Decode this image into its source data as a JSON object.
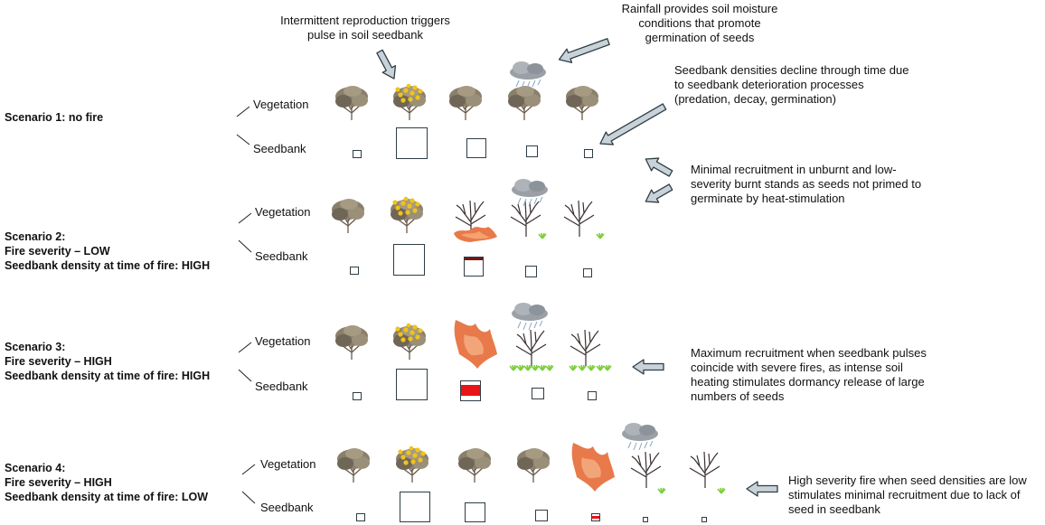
{
  "scenarios": [
    {
      "lines": [
        "Scenario 1: no fire"
      ]
    },
    {
      "lines": [
        "Scenario 2:",
        "Fire severity – LOW",
        "Seedbank density at time of fire: HIGH"
      ]
    },
    {
      "lines": [
        "Scenario 3:",
        "Fire severity – HIGH",
        "Seedbank density at time of fire: HIGH"
      ]
    },
    {
      "lines": [
        "Scenario 4:",
        "Fire severity – HIGH",
        "Seedbank density at time of fire: LOW"
      ]
    }
  ],
  "labels": {
    "vegetation": "Vegetation",
    "seedbank": "Seedbank"
  },
  "annotations": {
    "reproduction": [
      "Intermittent reproduction triggers",
      "pulse in soil seedbank"
    ],
    "rainfall": [
      "Rainfall provides soil moisture",
      "conditions that promote",
      "germination of seeds"
    ],
    "decline": [
      "Seedbank densities decline through time due",
      "to seedbank deterioration processes",
      "(predation, decay, germination)"
    ],
    "minimal": [
      "Minimal recruitment in unburnt and low-",
      "severity burnt stands as seeds not primed to",
      "germinate by heat-stimulation"
    ],
    "maximum": [
      "Maximum recruitment when seedbank pulses",
      "coincide with severe fires, as intense soil",
      "heating stimulates dormancy release of large",
      "numbers of seeds"
    ],
    "high_low": [
      "High severity fire when seed densities are low",
      "stimulates minimal recruitment due to lack of",
      "seed in seedbank"
    ]
  },
  "colors": {
    "shrub_foliage": "#8a7f6a",
    "flowers": "#f0c419",
    "fire": "#e8794a",
    "rain_cloud": "#9aa0a6",
    "seedling": "#7ccf3c",
    "arrow_fill": "#c9d2d8",
    "arrow_stroke": "#2f3d45",
    "seedbank_box": "#2f3d45",
    "heat_red": "#e81416",
    "heat_dark": "#7a1414"
  },
  "icons": [
    "shrub-icon",
    "flowering-shrub-icon",
    "burnt-shrub-icon",
    "fire-icon",
    "rain-cloud-icon",
    "seedling-icon",
    "block-arrow-icon"
  ]
}
